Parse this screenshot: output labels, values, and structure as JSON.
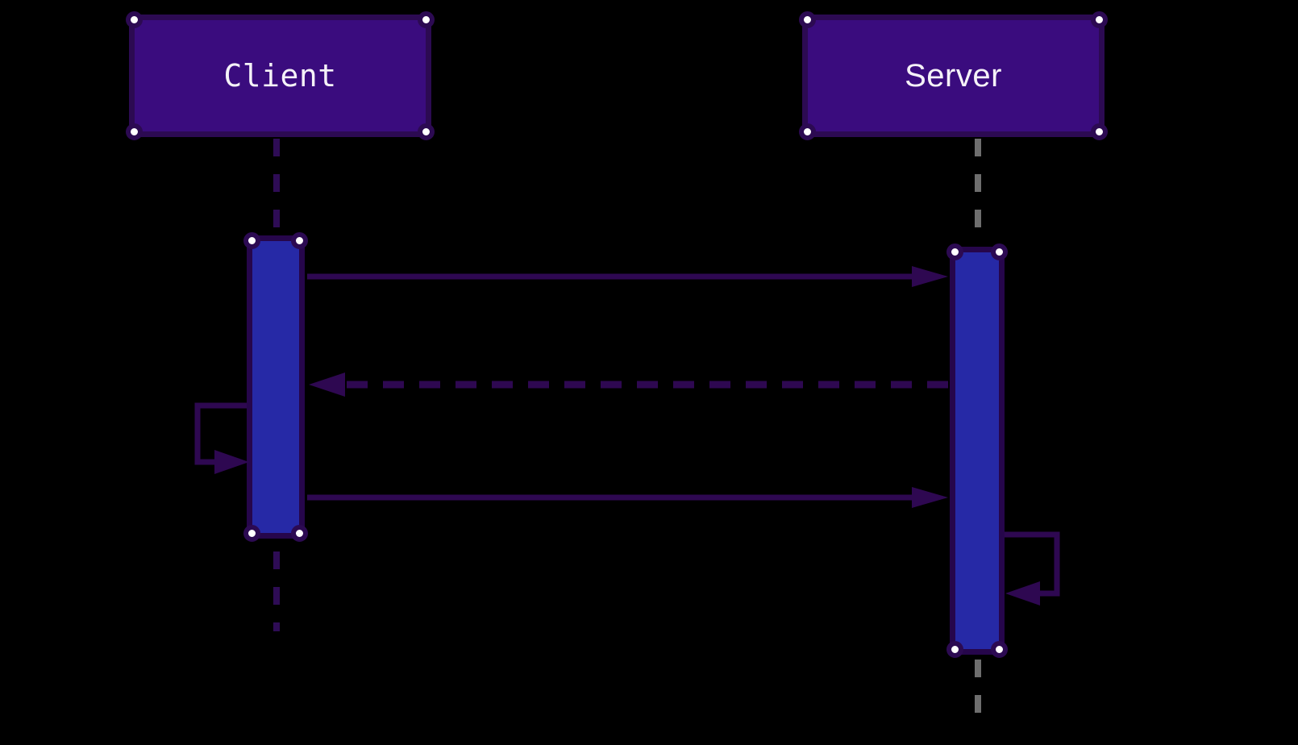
{
  "diagram": {
    "type": "sequence-diagram",
    "background_color": "#000000"
  },
  "colors": {
    "actor_fill": "#3a0c7e",
    "actor_border": "#2c0a52",
    "activation_fill": "#2629a6",
    "activation_border": "#26064b",
    "arrow": "#2e0851",
    "client_lifeline": "#2e0c55",
    "server_lifeline": "#6e6e6e",
    "label_text": "#f5f2f8",
    "selection_handle": "#ffffff"
  },
  "actors": [
    {
      "label": "Client"
    },
    {
      "label": "Server"
    }
  ],
  "messages": [
    {
      "index": 1,
      "from": "Client",
      "to": "Server",
      "line": "solid",
      "direction": "right"
    },
    {
      "index": 2,
      "from": "Server",
      "to": "Client",
      "line": "dashed",
      "direction": "left"
    },
    {
      "index": 3,
      "from": "Client",
      "to": "Client",
      "line": "self-loop",
      "side": "left"
    },
    {
      "index": 4,
      "from": "Client",
      "to": "Server",
      "line": "solid",
      "direction": "right"
    },
    {
      "index": 5,
      "from": "Server",
      "to": "Server",
      "line": "self-loop",
      "side": "right"
    }
  ]
}
